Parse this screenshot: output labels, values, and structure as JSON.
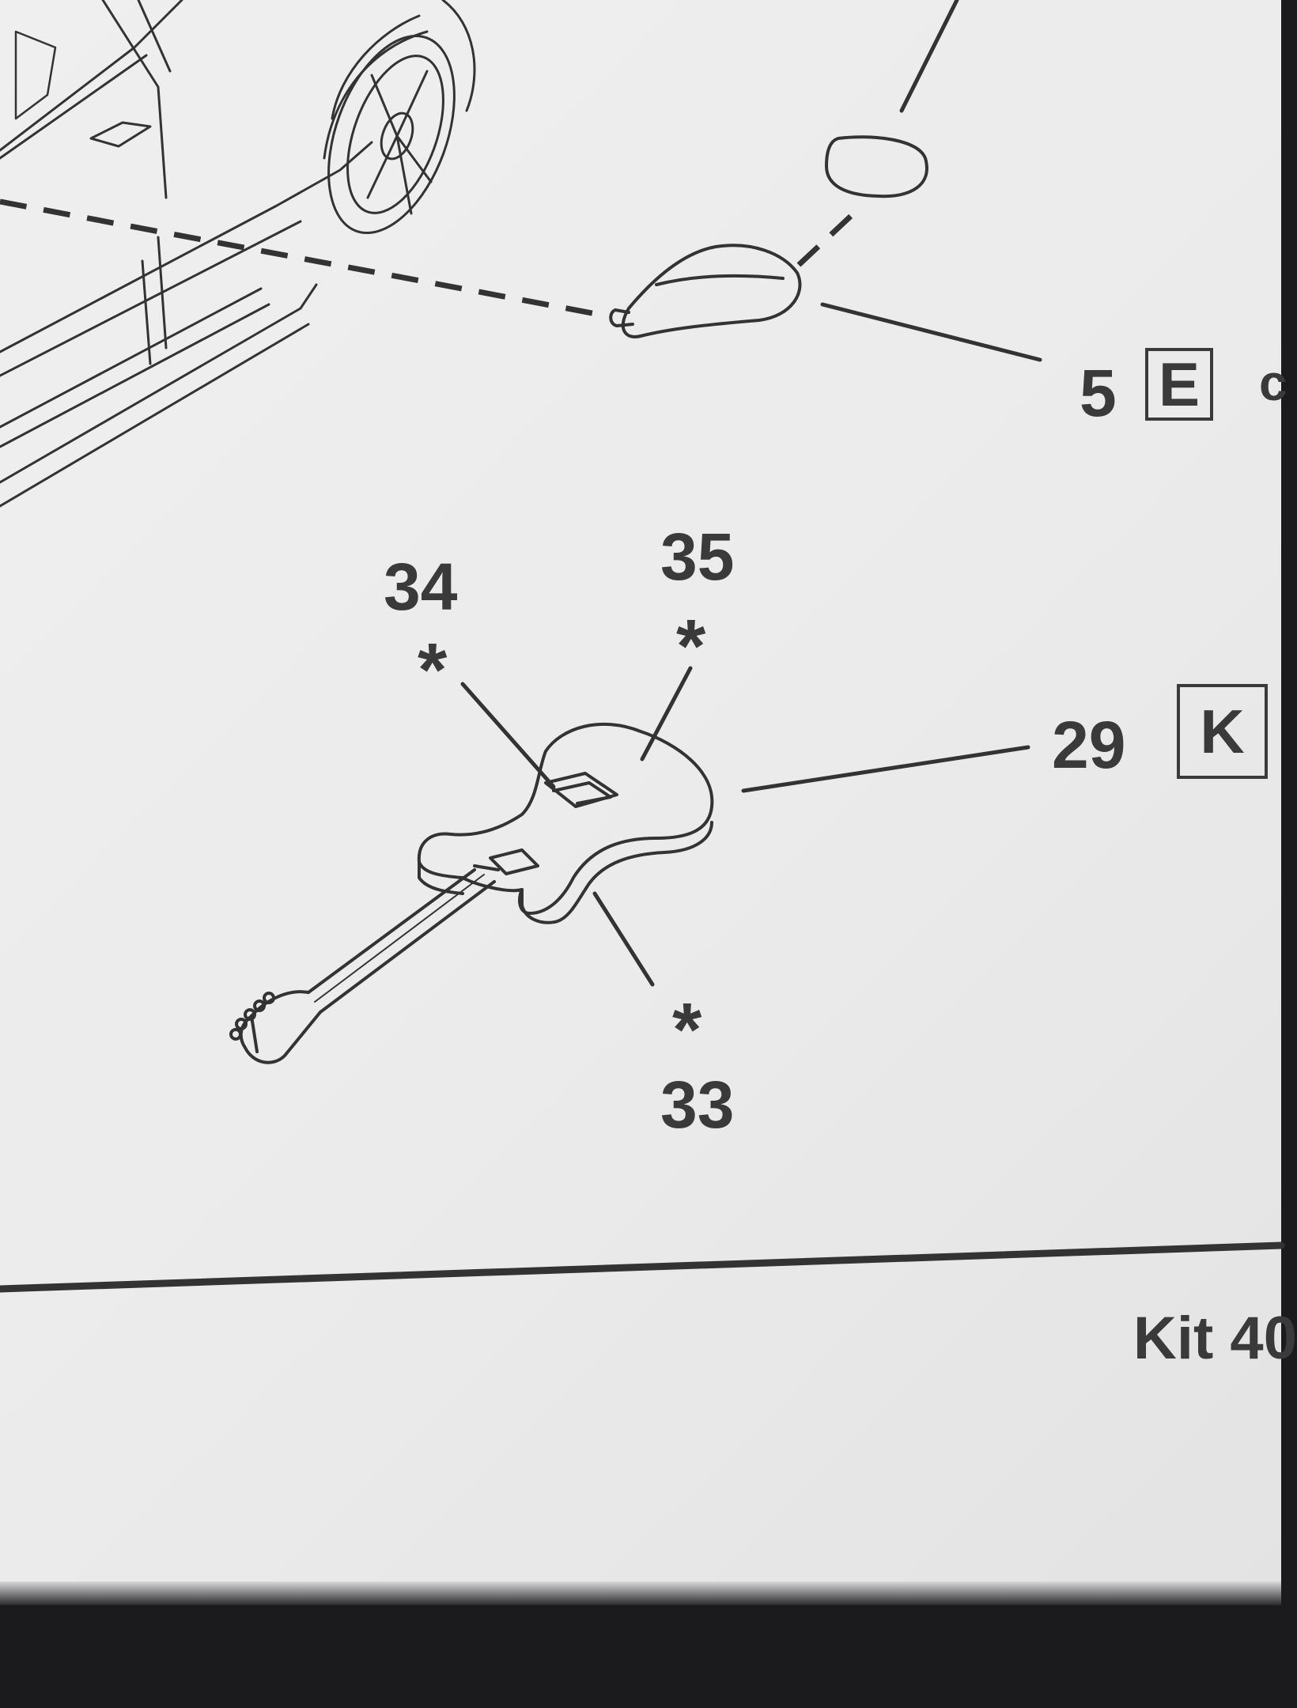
{
  "callouts": {
    "mirror_part": {
      "number": "5",
      "letter": "E",
      "trailing": "c"
    },
    "guitar_body": {
      "number": "29",
      "letter": "K"
    },
    "pickup_upper_left": {
      "number": "34"
    },
    "pickup_upper_right": {
      "number": "35"
    },
    "pickup_lower": {
      "number": "33"
    },
    "asterisk": "*"
  },
  "footer": {
    "kit_label": "Kit 40"
  },
  "colors": {
    "ink": "#3a3a3a",
    "paper": "#ececec",
    "background": "#1b1b1d"
  }
}
